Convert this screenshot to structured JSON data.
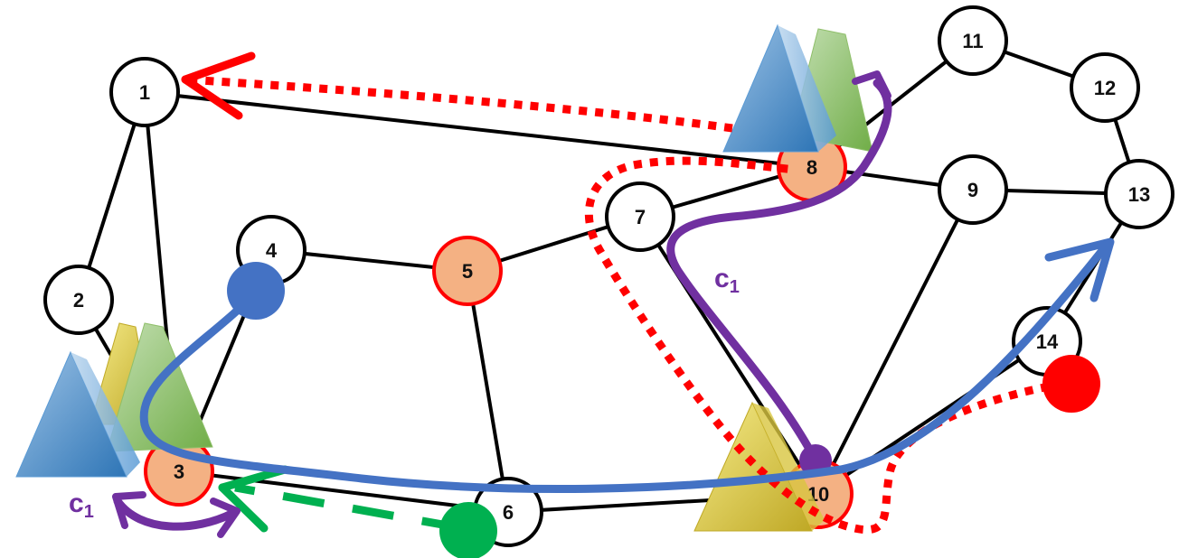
{
  "diagram": {
    "nodes": [
      {
        "id": "1",
        "label": "1",
        "highlight": false
      },
      {
        "id": "2",
        "label": "2",
        "highlight": false
      },
      {
        "id": "3",
        "label": "3",
        "highlight": true
      },
      {
        "id": "4",
        "label": "4",
        "highlight": false
      },
      {
        "id": "5",
        "label": "5",
        "highlight": true
      },
      {
        "id": "6",
        "label": "6",
        "highlight": false
      },
      {
        "id": "7",
        "label": "7",
        "highlight": false
      },
      {
        "id": "8",
        "label": "8",
        "highlight": true
      },
      {
        "id": "9",
        "label": "9",
        "highlight": false
      },
      {
        "id": "10",
        "label": "10",
        "highlight": true
      },
      {
        "id": "11",
        "label": "11",
        "highlight": false
      },
      {
        "id": "12",
        "label": "12",
        "highlight": false
      },
      {
        "id": "13",
        "label": "13",
        "highlight": false
      },
      {
        "id": "14",
        "label": "14",
        "highlight": false
      }
    ],
    "edges": [
      [
        "1",
        "2"
      ],
      [
        "1",
        "3"
      ],
      [
        "1",
        "8"
      ],
      [
        "2",
        "3"
      ],
      [
        "3",
        "4"
      ],
      [
        "3",
        "6"
      ],
      [
        "4",
        "5"
      ],
      [
        "5",
        "6"
      ],
      [
        "5",
        "7"
      ],
      [
        "6",
        "10"
      ],
      [
        "7",
        "8"
      ],
      [
        "7",
        "10"
      ],
      [
        "8",
        "9"
      ],
      [
        "8",
        "11"
      ],
      [
        "9",
        "10"
      ],
      [
        "9",
        "13"
      ],
      [
        "11",
        "12"
      ],
      [
        "12",
        "13"
      ],
      [
        "13",
        "14"
      ],
      [
        "10",
        "14"
      ]
    ],
    "curve_labels": [
      {
        "id": "c1-left",
        "main": "c",
        "sub": "1"
      },
      {
        "id": "c1-right",
        "main": "c",
        "sub": "1"
      }
    ],
    "colors": {
      "node_fill": "#ffffff",
      "node_stroke": "#000000",
      "highlight_fill": "#f4b183",
      "highlight_stroke": "#ff0000",
      "edge": "#000000",
      "blue_path": "#4472c4",
      "purple_path": "#7030a0",
      "red_dotted": "#ff0000",
      "green_dashed": "#00b050",
      "pyramid_blue": "#5b9bd5",
      "pyramid_green": "#a9d18e",
      "pyramid_yellow": "#e6d75a"
    }
  }
}
